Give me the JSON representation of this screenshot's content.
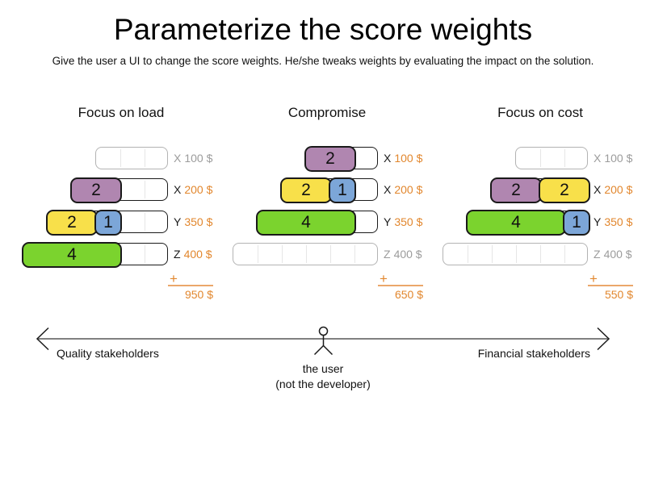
{
  "page": {
    "title": "Parameterize the score weights",
    "subtitle": "Give the user a UI to change the score weights. He/she tweaks weights by evaluating the impact on the solution."
  },
  "colors": {
    "purple": "#b086b0",
    "yellow": "#f8e04a",
    "blue": "#7ca6d8",
    "green": "#7bd32e",
    "orange": "#e2872e",
    "orange_line": "#eba76a",
    "muted": "#9c9c9c",
    "axis_gray": "#808080"
  },
  "chart": {
    "plus_sign": "+",
    "columns": [
      {
        "title": "Focus on load",
        "total": "950 $",
        "rows": [
          {
            "name": "X",
            "price": "100 $",
            "capacity": 3,
            "fills": []
          },
          {
            "name": "X",
            "price": "200 $",
            "capacity": 4,
            "fills": [
              {
                "color": "purple",
                "value": "2",
                "span": 2
              }
            ]
          },
          {
            "name": "Y",
            "price": "350 $",
            "capacity": 5,
            "fills": [
              {
                "color": "yellow",
                "value": "2",
                "span": 2
              },
              {
                "color": "blue",
                "value": "1",
                "span": 1
              }
            ]
          },
          {
            "name": "Z",
            "price": "400 $",
            "capacity": 6,
            "fills": [
              {
                "color": "green",
                "value": "4",
                "span": 4
              }
            ]
          }
        ]
      },
      {
        "title": "Compromise",
        "total": "650 $",
        "rows": [
          {
            "name": "X",
            "price": "100 $",
            "capacity": 3,
            "fills": [
              {
                "color": "purple",
                "value": "2",
                "span": 2
              }
            ]
          },
          {
            "name": "X",
            "price": "200 $",
            "capacity": 4,
            "fills": [
              {
                "color": "yellow",
                "value": "2",
                "span": 2
              },
              {
                "color": "blue",
                "value": "1",
                "span": 1
              }
            ]
          },
          {
            "name": "Y",
            "price": "350 $",
            "capacity": 5,
            "fills": [
              {
                "color": "green",
                "value": "4",
                "span": 4
              }
            ]
          },
          {
            "name": "Z",
            "price": "400 $",
            "capacity": 6,
            "fills": []
          }
        ]
      },
      {
        "title": "Focus on cost",
        "total": "550 $",
        "rows": [
          {
            "name": "X",
            "price": "100 $",
            "capacity": 3,
            "fills": []
          },
          {
            "name": "X",
            "price": "200 $",
            "capacity": 4,
            "fills": [
              {
                "color": "purple",
                "value": "2",
                "span": 2
              },
              {
                "color": "yellow",
                "value": "2",
                "span": 2
              }
            ]
          },
          {
            "name": "Y",
            "price": "350 $",
            "capacity": 5,
            "fills": [
              {
                "color": "green",
                "value": "4",
                "span": 4
              },
              {
                "color": "blue",
                "value": "1",
                "span": 1
              }
            ]
          },
          {
            "name": "Z",
            "price": "400 $",
            "capacity": 6,
            "fills": []
          }
        ]
      }
    ]
  },
  "axis": {
    "left_label": "Quality stakeholders",
    "right_label": "Financial stakeholders",
    "user_label": "the user",
    "user_sublabel": "(not the developer)"
  }
}
